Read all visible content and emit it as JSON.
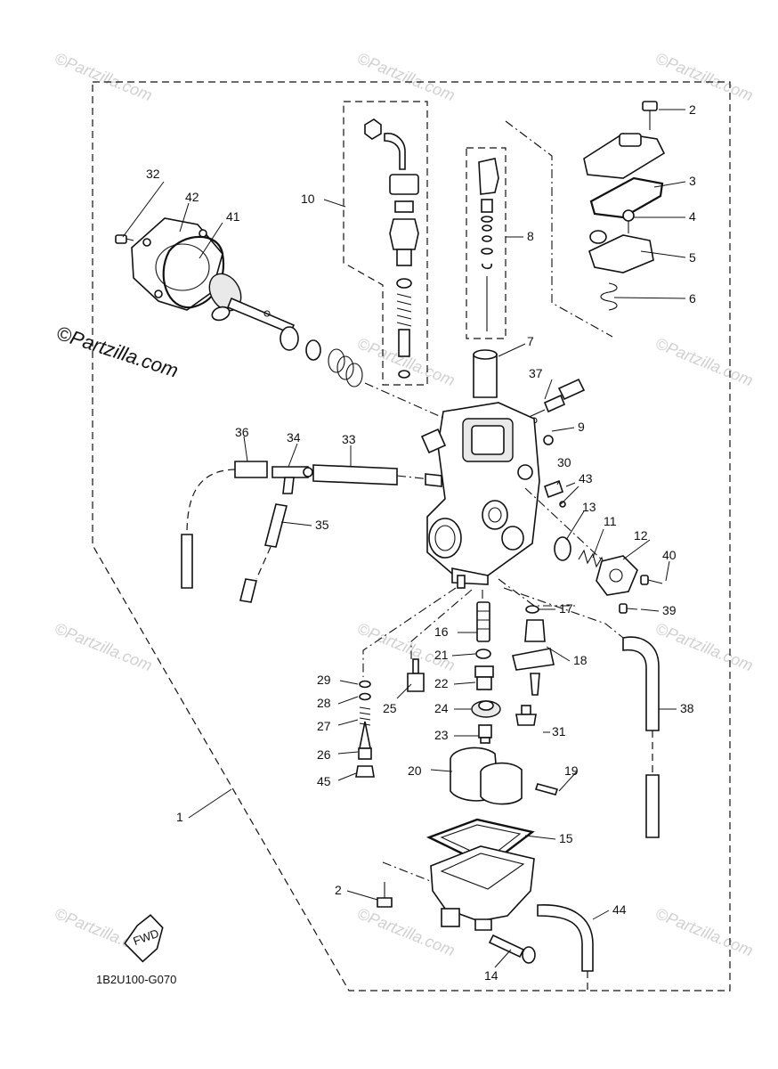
{
  "diagram": {
    "code": "1B2U100-G070",
    "fwd_label": "FWD",
    "watermark": "©Partzilla.com",
    "callouts": [
      "1",
      "2",
      "2",
      "3",
      "4",
      "5",
      "6",
      "7",
      "8",
      "9",
      "10",
      "11",
      "12",
      "13",
      "14",
      "15",
      "16",
      "17",
      "18",
      "19",
      "20",
      "21",
      "22",
      "23",
      "24",
      "25",
      "26",
      "27",
      "28",
      "29",
      "30",
      "31",
      "32",
      "33",
      "34",
      "35",
      "36",
      "37",
      "38",
      "39",
      "40",
      "41",
      "42",
      "43",
      "44",
      "45"
    ]
  }
}
